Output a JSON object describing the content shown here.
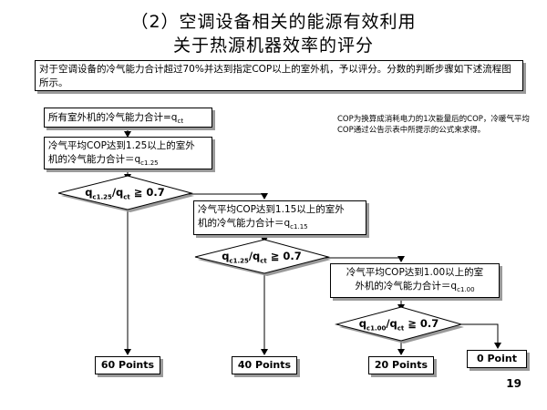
{
  "title_line1": "（2）空调设备相关的能源有效利用",
  "title_line2": "关于热源机器效率的评分",
  "intro": "对于空调设备的冷气能力合计超过70%并达到指定COP以上的室外机，予以评分。分数的判断步骤如下述流程图所示。",
  "note": "COP为换算成消耗电力的1次能量后的COP，冷暖气平均COP通过公告示表中所提示的公式来求得。",
  "box_total": {
    "text": "所有室外机的冷气能力合计=q",
    "sub": "ct"
  },
  "box_125": {
    "line1": "冷气平均COP达到1.25以上的室外",
    "line2": "机的冷气能力合计＝q",
    "sub": "c1.25"
  },
  "box_115": {
    "line1": "冷气平均COP达到1.15以上的室外",
    "line2": "机的冷气能力合计＝q",
    "sub": "c1.15"
  },
  "box_100": {
    "line1": "冷气平均COP达到1.00以上的室",
    "line2": "外机的冷气能力合计＝q",
    "sub": "c1.00"
  },
  "diamond_1": {
    "q": "q",
    "sub1": "c1.25",
    "slash": "/q",
    "sub2": "ct",
    "cmp": " ≧ 0.7"
  },
  "diamond_2": {
    "q": "q",
    "sub1": "c1.25",
    "slash": "/q",
    "sub2": "ct",
    "cmp": " ≧ 0.7"
  },
  "diamond_3": {
    "q": "q",
    "sub1": "c1.00",
    "slash": "/q",
    "sub2": "ct",
    "cmp": " ≧ 0.7"
  },
  "results": [
    "60 Points",
    "40 Points",
    "20 Points",
    "0 Point"
  ],
  "page_number": "19"
}
